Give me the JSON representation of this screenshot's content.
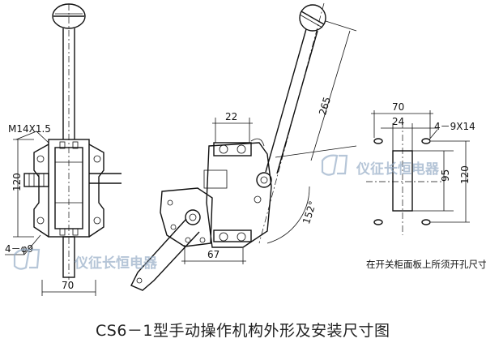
{
  "title": "CS6－1型手动操作机构外形及安装尺寸图",
  "front_view": {
    "thread_label": "M14X1.5",
    "height_dim": "120",
    "hole_label": "4－φ9",
    "width_dim": "70"
  },
  "side_view": {
    "top_dim": "22",
    "length_dim": "265",
    "angle_dim": "152°",
    "bottom_dim": "67"
  },
  "panel_cutout": {
    "outer_width": "70",
    "inner_width": "24",
    "holes_label": "4－9X14",
    "inner_height": "95",
    "outer_height": "120",
    "note": "在开关柜面板上所须开孔尺寸"
  },
  "watermark": {
    "text": "仪征长恒电器"
  }
}
